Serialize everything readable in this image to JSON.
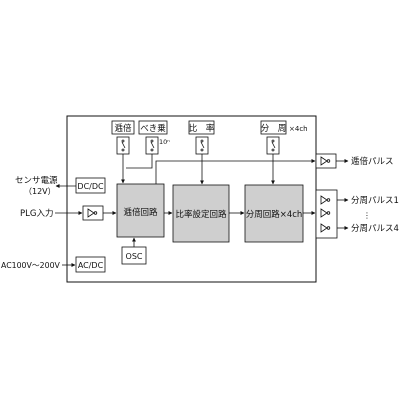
{
  "controls": {
    "multiply": "逓倍",
    "power": "べき乗",
    "ratio": "比　率",
    "divide": "分　周",
    "power_note": "10ⁿ",
    "divide_note": "×4ch"
  },
  "blocks": {
    "dcdc": "DC/DC",
    "acdc": "AC/DC",
    "multiplier_circuit": "逓倍回路",
    "ratio_circuit": "比率設定回路",
    "divider_circuit": "分周回路×4ch",
    "osc": "OSC"
  },
  "inputs": {
    "sensor_power_line1": "センサ電源",
    "sensor_power_line2": "（12V）",
    "plg_input": "PLG入力",
    "ac_input": "AC100V～200V"
  },
  "outputs": {
    "multiplied_pulse": "逓倍パルス",
    "divided_pulse_1": "分周パルス1",
    "divided_pulse_4": "分周パルス4",
    "ellipsis": "⋮"
  }
}
